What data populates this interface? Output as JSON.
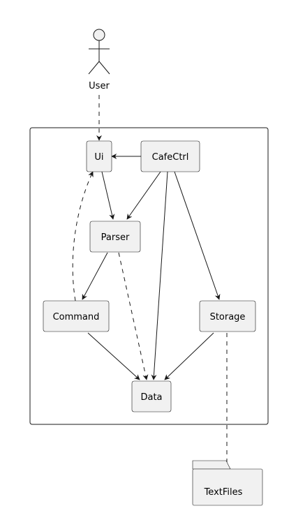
{
  "diagram": {
    "actor": {
      "label": "User"
    },
    "components": {
      "ui": "Ui",
      "cafectrl": "CafeCtrl",
      "parser": "Parser",
      "command": "Command",
      "storage": "Storage",
      "data": "Data"
    },
    "external": {
      "textfiles": "TextFiles"
    },
    "colors": {
      "fill": "#f1f1f1",
      "stroke": "#181818",
      "text": "#000000",
      "background": "#ffffff"
    },
    "edges": [
      {
        "from": "User",
        "to": "Ui",
        "style": "dashed"
      },
      {
        "from": "CafeCtrl",
        "to": "Ui",
        "style": "solid"
      },
      {
        "from": "CafeCtrl",
        "to": "Parser",
        "style": "solid"
      },
      {
        "from": "CafeCtrl",
        "to": "Data",
        "style": "solid"
      },
      {
        "from": "CafeCtrl",
        "to": "Storage",
        "style": "solid"
      },
      {
        "from": "Ui",
        "to": "Parser",
        "style": "solid"
      },
      {
        "from": "Parser",
        "to": "Command",
        "style": "solid"
      },
      {
        "from": "Parser",
        "to": "Data",
        "style": "dashed"
      },
      {
        "from": "Command",
        "to": "Ui",
        "style": "dashed"
      },
      {
        "from": "Command",
        "to": "Data",
        "style": "solid"
      },
      {
        "from": "Storage",
        "to": "Data",
        "style": "solid"
      },
      {
        "from": "Storage",
        "to": "TextFiles",
        "style": "dashed"
      }
    ]
  }
}
